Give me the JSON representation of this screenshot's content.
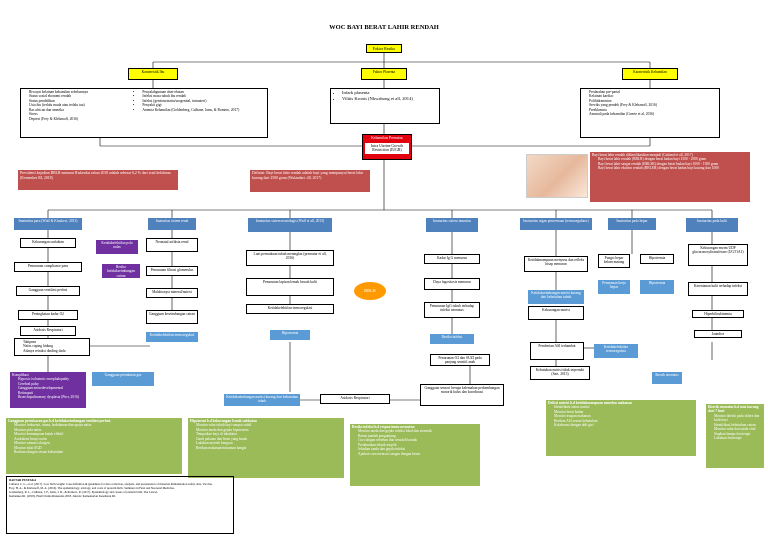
{
  "title": "WOC BAYI BERAT LAHIR RENDAH",
  "root": "Faktor Resiko",
  "factors": {
    "ibu": {
      "heading": "Karateristik Ibu",
      "items": [
        "Riwayat kelainan kehamilan sebelumnya",
        "Status sosial ekonomi rendah",
        "Status pendidikan",
        "Usia ibu (terlalu muda atau terlalu tua)",
        "Ras african dan amerika",
        "Stress",
        "Depresi (Frey & Klebanoff, 2016)",
        "Penyalahgunaan obat-obatan",
        "Infeksi masa tubuh ibu rendah",
        "Infeksi (genitourinaria/urogenital, intrauteri)",
        "Penyakit gigi",
        "Anemia Kehamilan (Goldenberg, Culhane, Iams, & Romero, 2017)"
      ]
    },
    "plasenta": {
      "heading": "Faktor Plasenta",
      "items": [
        "Infark plasenta",
        "Vilitis Kronis (Nkwabong et all, 2014)"
      ]
    },
    "kehamilan": {
      "heading": "Karateristik Kehamilan",
      "items": [
        "Perdarahan pre-partal",
        "Kelainan kardiac",
        "Polihidramnion",
        "Serviks yang pendek (Frey & Klebanoff, 2016)",
        "Preeklamsia",
        "Anomali pada kehamilan (Goerte et al, 2016)"
      ]
    }
  },
  "iugr": {
    "line1": "Kehamilan Prematur",
    "line2": "Intra Uterine Growth Restriction (IUGR)"
  },
  "prevalence": "Prevalensi kejadian BBLR menurut Riskesdas tahun 2018 adalah sebesar 6,2 % dari total kelahiran (Kemenkes RI, 2018)",
  "definition": "Definisi: Bayi berat lahir rendah adalah bayi yang mempunyai berat lahir kurang dari 2500 gram (Wulandari. dll, 2017)",
  "classification": {
    "heading": "Bayi berat lahir rendah diklasifikasikan menjadi (Cutland et all, 2017)",
    "items": [
      "Bayi berat lahir rendah (BBLR) dengan berat badan bayi 1500 - 2500 gram",
      "Bayi berat lahir sangat rendah (BBLSR) dengan berat badan bayi 1000 - 1500 gram",
      "Bayi berat lahir ekstrim rendah (BBLER) dengan berat badan bayi kurang dari 1000"
    ]
  },
  "systems": {
    "paru": "Imaturitas paru (Wulf & Klaukeci, 2013)",
    "ginjal": "Imaturitas sistem renal",
    "saraf": "Imaturitas sistem neurologis (Wulf et all, 2013)",
    "imun": "Imaturitas sistem imunitas",
    "cerna": "Imaturitas organ pencernaan (termoregulator)",
    "hepar": "Imaturitas pada hepar",
    "kulit": "Imaturitas pada kulit"
  },
  "paru_path": [
    "Kekurangan surfaktan",
    "Penurunan compliance paru",
    "Gangguan ventilasi perfusi",
    "Peningkatan kadar O2",
    "Asidosis Respiratori"
  ],
  "paru_symptoms": [
    "Takipnea",
    "Nafas cuping hidung",
    "Adanya retraksi dinding dada"
  ],
  "ginjal_path": [
    "Neonatal asfiksia renal",
    "Penurunan filtrasi glomerulus",
    "Malabsorpsi mineral/nutrisi",
    "Gangguan keseimbangan cairan"
  ],
  "saraf_path": [
    "Luas permukaan tubuh meningkat (prematur et all, 2016)",
    "Penurunan lapisan lemak bawah kulit",
    "Ketidakefektifan termoregulasi"
  ],
  "imun_path": [
    "Kadar Ig G menurun",
    "Daya fagositosis menurun",
    "Penurunan IgG tubuh terhadap infeksi neonatus"
  ],
  "cerna_path": [
    "Ketidakmampuan menyusu dan refleks hisap menurun",
    "Kekurangan nutrisi",
    "Pemberian ASI terhambat"
  ],
  "hepar_path": [
    "Fungsi hepar belum matang",
    "Hipotermia",
    "Penurunan kerja hepar"
  ],
  "kulit_path": [
    "Kekurangan enzim UDP glucuronosyltransferase (UGT1A1)",
    "Kerentanan kulit terhadap infeksi",
    "Hiperbilirubinemia",
    "Jaundice"
  ],
  "nursing_dx": {
    "pola_napas": "Ketidakefektifan pola nafas",
    "gas": "Gangguan pertukaran gas",
    "suhu": "Ketidakefektifan termoregulasi",
    "infeksi": "Resiko infeksi",
    "nutrisi": "Ketidakseimbangan nutrisi kurang dari kebutuhan tubuh",
    "ikterus": "Ikterik neonatus",
    "hipotermi": "Hipotermia",
    "cairan": "Resiko ketidakseimbangan cairan"
  },
  "orange_label": "BBLR",
  "complications_heading": "Komplikasi",
  "complications": [
    "Hypoxic ischaemic encephalopathy",
    "Cerebral palsy",
    "Gangguan neurodevelopmental",
    "Retinopati",
    "Bronchopulmonary dysplasia (Pirrr, 2016)"
  ],
  "bottom_nodes": {
    "penurunan_o2": "Penurunan O2 dan SUZI pada panjang sensitif anak",
    "gangguan_neuro": "Gangguan sensori berupa kelemahan perkembangan motorik halus dan koordinasi",
    "kebutuhan": "Kebutuhan nutrisi tidak terpenuhi (Sari, 2013)"
  },
  "green_boxes": [
    {
      "heading": "Gangguan pertukaran gas b.d ketidakseimbangan ventilasi perfusi",
      "items": [
        "Monitor frekuensi, irama, kedalaman dan upaya nafas",
        "Monitor pola nafas",
        "Monitor kemampuan batuk efektif",
        "Auskultasi bunyi nafas",
        "Monitor saturasi oksigen",
        "Monitor nilai AGD",
        "Berikan oksigen sesuai kebutuhan"
      ]
    },
    {
      "heading": "Hipotermi b.d kekurangan lemak subkutan",
      "items": [
        "Monitor suhu tubuh bayi sampai stabil",
        "Monitor tanda dan gejala hipotermia",
        "Tempatkan bayi di inkubator",
        "Ganti pakaian dan linen yang basah",
        "Lakukan metode kanguru",
        "Berikan makanan/minuman hangat"
      ]
    },
    {
      "heading": "Resiko infeksi b.d respon imun menurun",
      "items": [
        "Monitor tanda dan gejala infeksi lokal dan sistemik",
        "Batasi jumlah pengunjung",
        "Cuci tangan sebelum dan sesudah kontak",
        "Pertahankan teknik aseptik",
        "Jelaskan tanda dan gejala infeksi",
        "Ajarkan cara mencuci tangan dengan benar"
      ]
    },
    {
      "heading": "Defisit nutrisi b.d ketidakmampuan menelan makanan",
      "items": [
        "Identifikasi status nutrisi",
        "Monitor berat badan",
        "Monitor asupan makanan",
        "Berikan ASI sesuai kebutuhan",
        "Kolaborasi dengan ahli gizi"
      ]
    },
    {
      "heading": "Ikterik neonatus b.d usia kurang dari 7 hari",
      "items": [
        "Monitor ikterik pada sklera dan kulit bayi",
        "Identifikasi kebutuhan cairan",
        "Monitor suhu dan tanda vital",
        "Siapkan lampu fototerapi",
        "Lakukan fototerapi"
      ]
    }
  ],
  "references_heading": "DAFTAR PUSTAKA",
  "references": [
    "Cutland, C. L., et al. (2017). Low birth weight: Case definition & guidelines for data collection, analysis, and presentation of maternal immunization safety data. Vaccine.",
    "Frey, H. A., & Klebanoff, M. A. (2016). The epidemiology, etiology, and costs of preterm birth. Seminars in Fetal and Neonatal Medicine.",
    "Goldenberg, R. L., Culhane, J. F., Iams, J. D., & Romero, R. (2017). Epidemiology and causes of preterm birth. The Lancet.",
    "Kemenkes RI. (2018). Hasil Utama Riskesdas 2018. Jakarta: Kementerian Kesehatan RI."
  ]
}
